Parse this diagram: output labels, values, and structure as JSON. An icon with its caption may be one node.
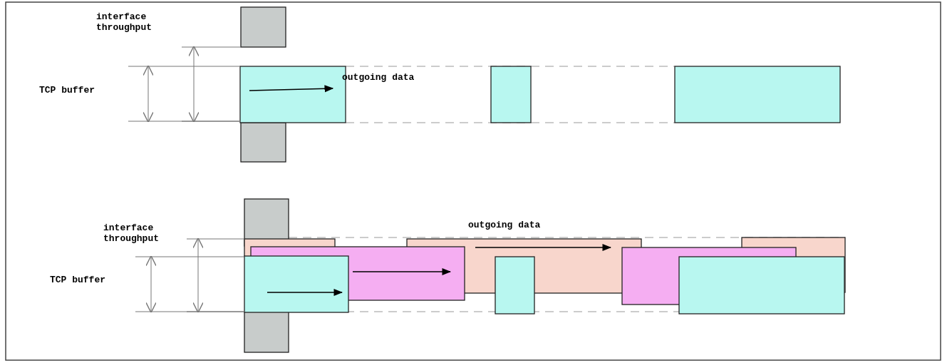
{
  "diagram": {
    "labels": [
      "interface throughput",
      "TCP buffer",
      "outgoing data",
      "interface throughput",
      "TCP buffer",
      "outgoing data"
    ]
  }
}
